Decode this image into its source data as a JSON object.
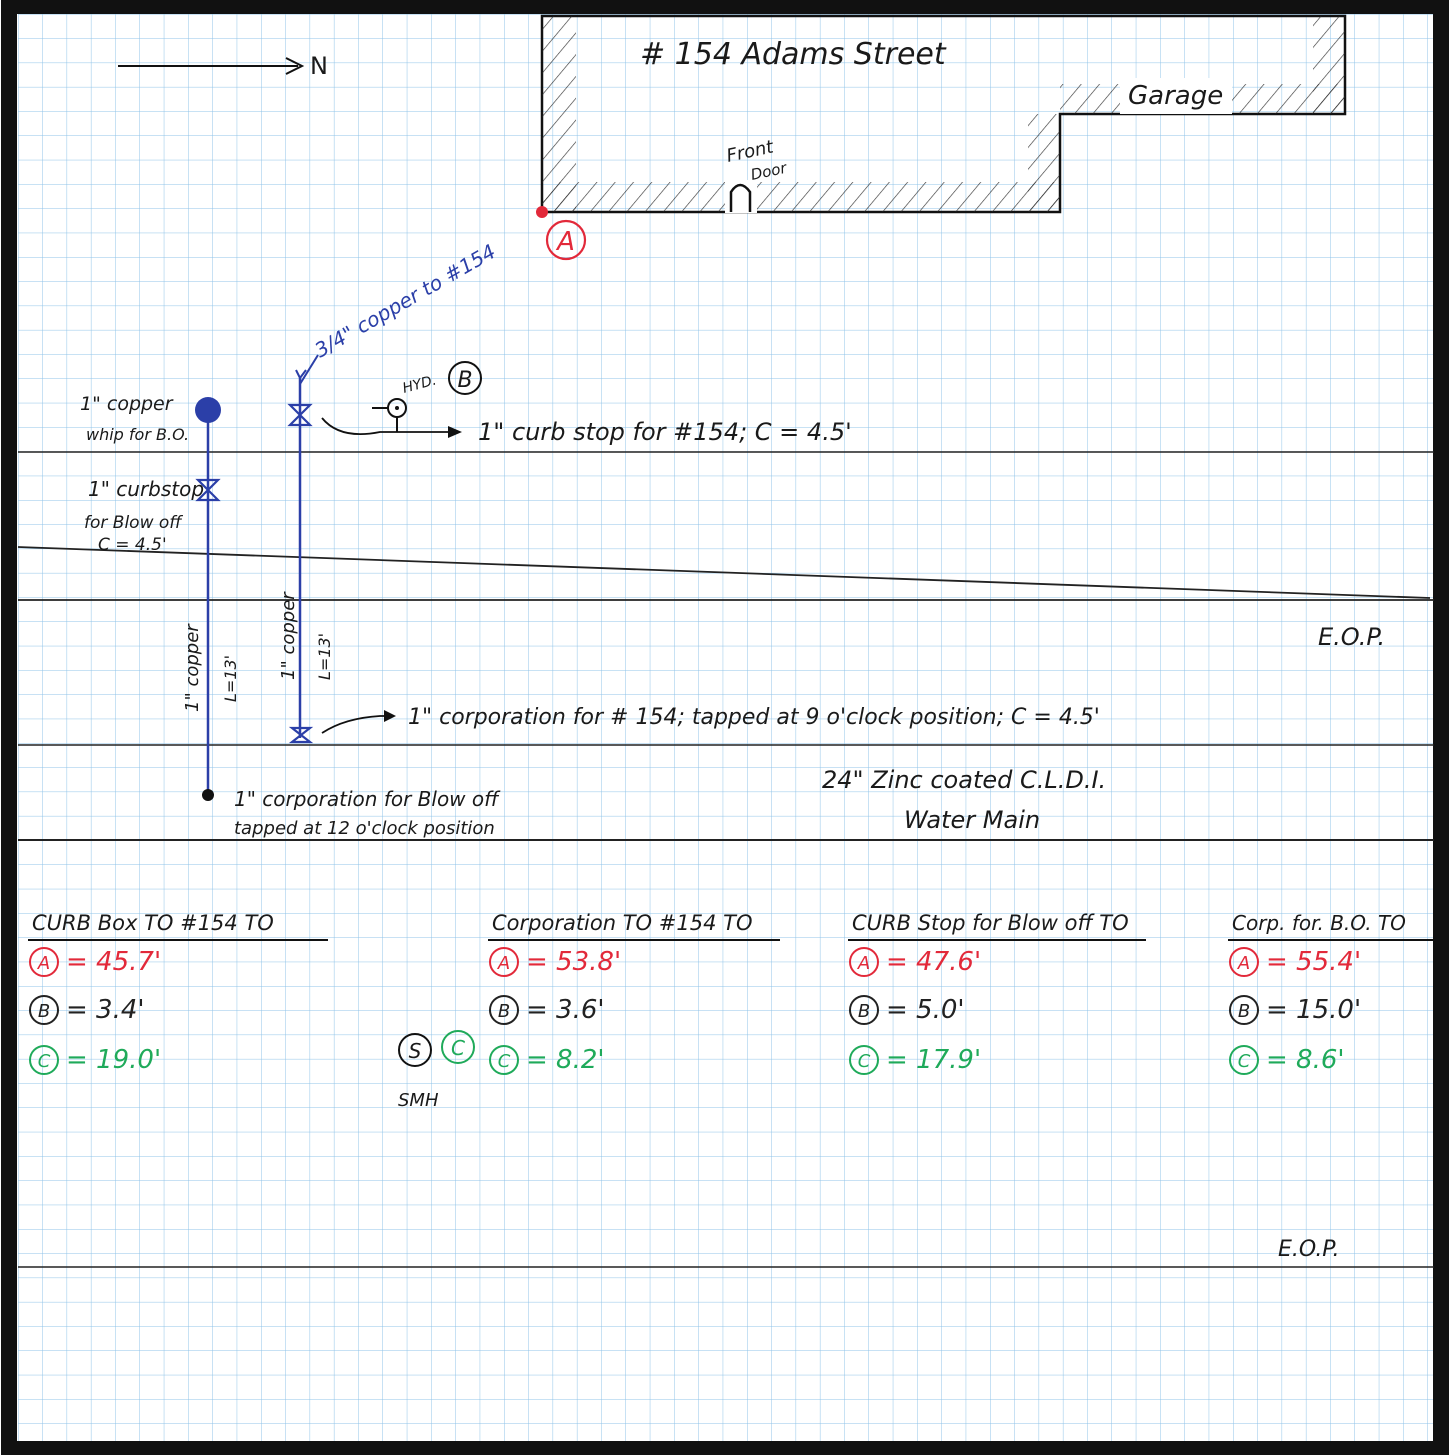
{
  "colors": {
    "grid": "#8fc3e8",
    "frame": "#111111",
    "pipe_blue": "#2b3fa8",
    "point_a_red": "#e2293a",
    "point_c_green": "#1faa5a"
  },
  "north_arrow": {
    "label": "N"
  },
  "house": {
    "title": "# 154  Adams Street",
    "garage_label": "Garage",
    "front_door_label_1": "Front",
    "front_door_label_2": "Door",
    "point_a_label": "A"
  },
  "service_line_label": "3/4\" copper to #154",
  "hydrant": {
    "label": "HYD.",
    "point_label": "B"
  },
  "blowoff_whip": {
    "line1": "1\" copper",
    "line2": "whip for B.O."
  },
  "blowoff_curbstop": {
    "line1": "1\" curbstop",
    "line2": "for Blow off",
    "line3": "C = 4.5'"
  },
  "curb_stop_154": "1\" curb stop for #154; C = 4.5'",
  "blowoff_pipe": {
    "label": "1\" copper",
    "length": "L=13'"
  },
  "service_pipe": {
    "label": "1\" copper",
    "length": "L=13'"
  },
  "eop_top": "E.O.P.",
  "corporation_154": "1\" corporation for # 154; tapped at 9 o'clock position; C = 4.5'",
  "corporation_blowoff": {
    "line1": "1\" corporation for Blow off",
    "line2": "tapped at 12 o'clock position"
  },
  "water_main": {
    "line1": "24\"  Zinc coated  C.L.D.I.",
    "line2": "Water Main"
  },
  "smh": {
    "s_label": "S",
    "c_label": "C",
    "caption": "SMH"
  },
  "eop_bottom": "E.O.P.",
  "tables": [
    {
      "header": "CURB Box TO #154 TO",
      "rows": [
        {
          "point": "A",
          "value": "= 45.7'"
        },
        {
          "point": "B",
          "value": "= 3.4'"
        },
        {
          "point": "C",
          "value": "= 19.0'"
        }
      ]
    },
    {
      "header": "Corporation TO #154 TO",
      "rows": [
        {
          "point": "A",
          "value": "= 53.8'"
        },
        {
          "point": "B",
          "value": "= 3.6'"
        },
        {
          "point": "C",
          "value": "= 8.2'"
        }
      ]
    },
    {
      "header": "CURB Stop for Blow off TO",
      "rows": [
        {
          "point": "A",
          "value": "= 47.6'"
        },
        {
          "point": "B",
          "value": "= 5.0'"
        },
        {
          "point": "C",
          "value": "= 17.9'"
        }
      ]
    },
    {
      "header": "Corp. for. B.O. TO",
      "rows": [
        {
          "point": "A",
          "value": "= 55.4'"
        },
        {
          "point": "B",
          "value": "= 15.0'"
        },
        {
          "point": "C",
          "value": "= 8.6'"
        }
      ]
    }
  ]
}
